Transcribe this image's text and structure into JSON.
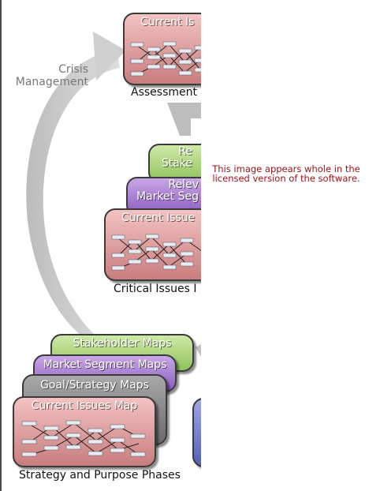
{
  "diagram": {
    "crisis_label": [
      "Crisis",
      "Management"
    ],
    "top_card_title": "Current Is",
    "top_caption": "Assessment",
    "middle": {
      "green_title": [
        "Re",
        "Stake"
      ],
      "purple_title": [
        "Relev",
        "Market Seg"
      ],
      "pink_title": "Current Issue",
      "caption": "Critical Issues I"
    },
    "bottom": {
      "green_title": "Stakeholder Maps",
      "purple_title": "Market Segment Maps",
      "gray_title": "Goal/Strategy Maps",
      "pink_title": "Current Issues Map",
      "caption": "Strategy and Purpose Phases"
    },
    "notice": "This image appears whole in the licensed version of the software."
  },
  "colors": {
    "green": "#8fc25a",
    "purple": "#8a5bbf",
    "gray": "#6a6a6a",
    "pink": "#c97d7d",
    "blue": "#5560b5",
    "arrow": "#cccccc",
    "notice_text": "#a0121a"
  }
}
